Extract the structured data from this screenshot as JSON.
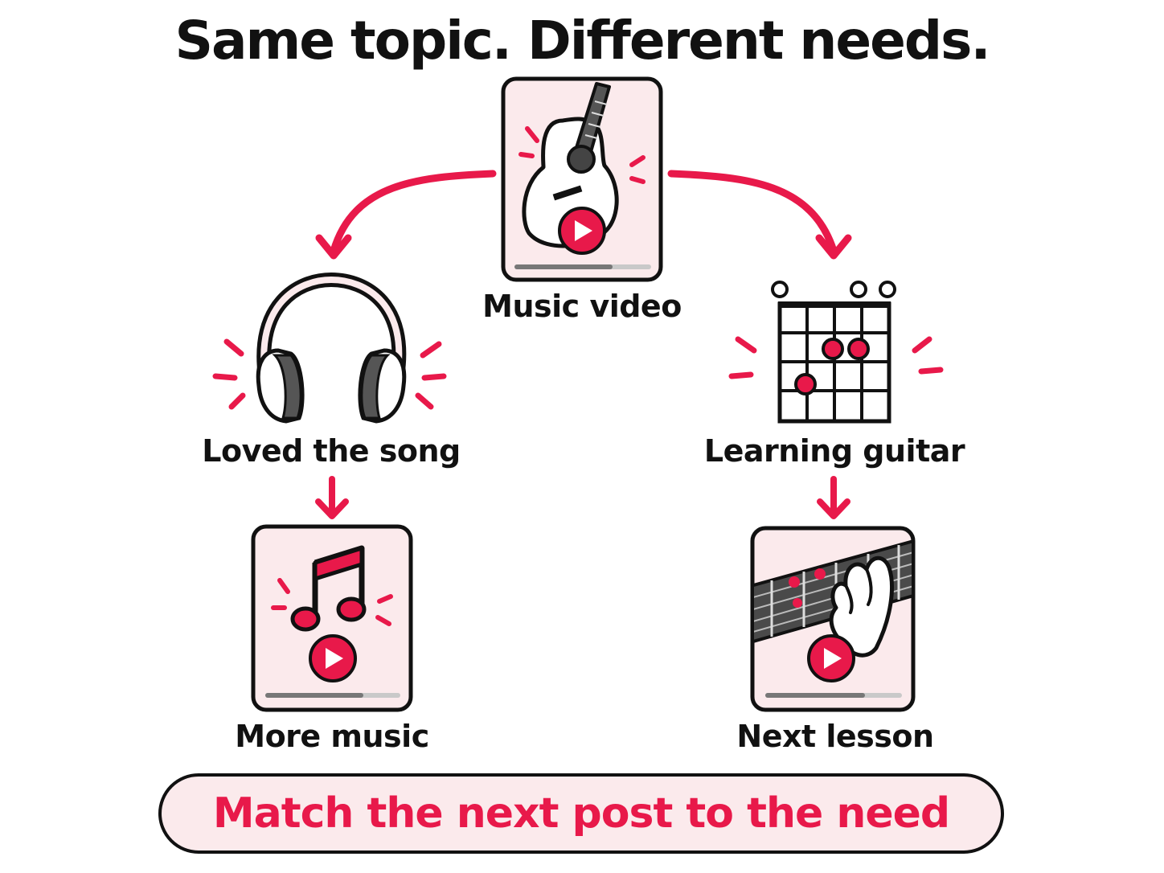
{
  "title": "Same topic. Different needs.",
  "nodes": {
    "source": {
      "label": "Music video",
      "icon": "guitar-video-icon"
    },
    "left_need": {
      "label": "Loved the song",
      "icon": "headphones-icon"
    },
    "right_need": {
      "label": "Learning guitar",
      "icon": "chord-chart-icon"
    },
    "left_result": {
      "label": "More music",
      "icon": "music-note-video-icon"
    },
    "right_result": {
      "label": "Next lesson",
      "icon": "guitar-lesson-video-icon"
    }
  },
  "banner": {
    "text": "Match the next post to the need"
  },
  "colors": {
    "accent": "#e8194a",
    "ink": "#111111",
    "card_fill": "#fbeaec",
    "fret_gray": "#bbbbbb"
  }
}
